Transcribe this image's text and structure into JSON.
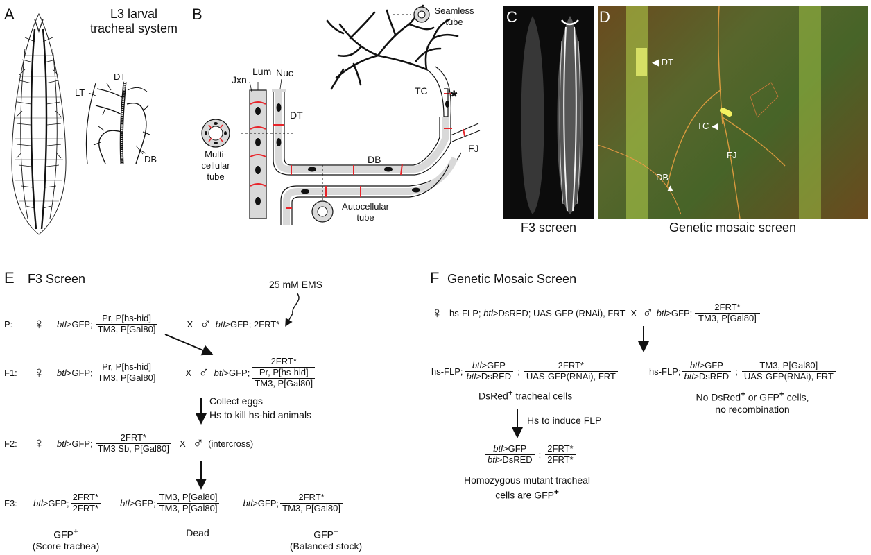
{
  "panels": {
    "A": {
      "letter": "A",
      "title_line1": "L3 larval",
      "title_line2": "tracheal system",
      "labels": {
        "dt": "DT",
        "lt": "LT",
        "db": "DB"
      }
    },
    "B": {
      "letter": "B",
      "labels": {
        "jxn": "Jxn",
        "lum": "Lum",
        "nuc": "Nuc",
        "dt": "DT",
        "tc": "TC",
        "star": "*",
        "db": "DB",
        "fj": "FJ",
        "seamless_line1": "Seamless",
        "seamless_line2": "tube",
        "multi_line1": "Multi-",
        "multi_line2": "cellular",
        "multi_line3": "tube",
        "auto_line1": "Autocellular",
        "auto_line2": "tube"
      }
    },
    "C": {
      "letter": "C",
      "caption": "F3 screen"
    },
    "D": {
      "letter": "D",
      "caption": "Genetic mosaic screen",
      "labels": {
        "dt": "DT",
        "tc": "TC",
        "fj": "FJ",
        "db": "DB"
      }
    },
    "E": {
      "letter": "E",
      "title": "F3 Screen",
      "ems": "25 mM EMS",
      "gens": {
        "p": "P:",
        "f1": "F1:",
        "f2": "F2:",
        "f3": "F3:"
      },
      "btl": "btl",
      "gfp_prefix": ">GFP;",
      "gfp_prefix_nosemi": ">GFP",
      "cross": "X",
      "male_2frt": ">GFP; 2FRT*",
      "pr_hshid": "Pr, P[hs-hid]",
      "tm3_gal80": "TM3, P[Gal80]",
      "tm3sb_gal80": "TM3 Sb, P[Gal80]",
      "frt": "2FRT*",
      "collect": "Collect eggs",
      "hs_kill": "Hs to kill hs-hid animals",
      "intercross": "(intercross)",
      "gfp_plus": "GFP",
      "plus_sup": "+",
      "score": "(Score trachea)",
      "dead": "Dead",
      "gfp_minus": "GFP",
      "minus_sup": "−",
      "balanced": "(Balanced stock)"
    },
    "F": {
      "letter": "F",
      "title": "Genetic Mosaic Screen",
      "female_geno_pre": "hs-FLP; ",
      "female_geno_mid": ">DsRED; UAS-GFP (RNAi), FRT",
      "cross": "X",
      "btl": "btl",
      "gfp_semi": ">GFP;",
      "gfp": ">GFP",
      "dsred": ">DsRED",
      "frt": "2FRT*",
      "tm3_gal80": "TM3, P[Gal80]",
      "uas_frt": "UAS-GFP(RNAi), FRT",
      "hsflp": "hs-FLP;",
      "semi": ";",
      "dsred_cells_pre": "DsRed",
      "dsred_cells_post": " tracheal cells",
      "plus": "+",
      "no_cells_line1_a": "No DsRed",
      "no_cells_line1_b": " or GFP",
      "no_cells_line1_c": " cells,",
      "no_cells_line2": "no recombination",
      "hs_induce": "Hs to induce FLP",
      "homo_line1": "Homozygous mutant tracheal",
      "homo_line2": "cells are GFP"
    }
  }
}
